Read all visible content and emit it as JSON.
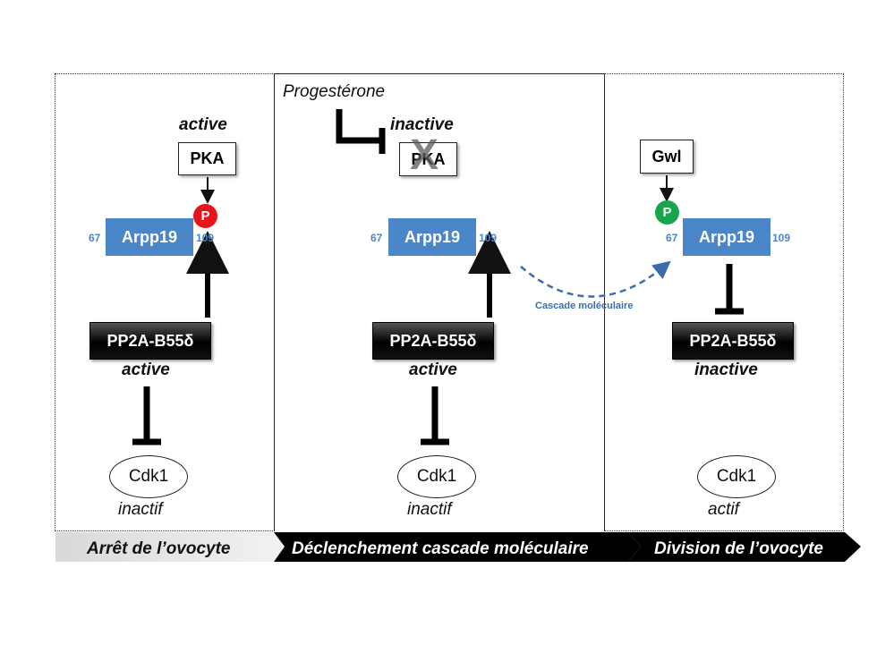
{
  "panel1": {
    "pka_state": "active",
    "pka": "PKA",
    "phospho": "P",
    "arpp": "Arpp19",
    "res_left": "67",
    "res_right": "109",
    "pp2a": "PP2A-B55δ",
    "pp2a_state": "active",
    "cdk": "Cdk1",
    "cdk_state": "inactif"
  },
  "panel2": {
    "hormone": "Progestérone",
    "pka_state": "inactive",
    "pka": "PKA",
    "pka_cross": "X",
    "arpp": "Arpp19",
    "res_left": "67",
    "res_right": "109",
    "pp2a": "PP2A-B55δ",
    "pp2a_state": "active",
    "cdk": "Cdk1",
    "cdk_state": "inactif",
    "cascade": "Cascade moléculaire"
  },
  "panel3": {
    "gwl": "Gwl",
    "phospho": "P",
    "arpp": "Arpp19",
    "res_left": "67",
    "res_right": "109",
    "pp2a": "PP2A-B55δ",
    "pp2a_state": "inactive",
    "cdk": "Cdk1",
    "cdk_state": "actif"
  },
  "timeline": [
    "Arrêt de l’ovocyte",
    "Déclenchement cascade moléculaire",
    "Division de l’ovocyte"
  ],
  "colors": {
    "arpp": "#4a86c8",
    "phospho_red": "#e8141b",
    "phospho_green": "#19a64b"
  }
}
